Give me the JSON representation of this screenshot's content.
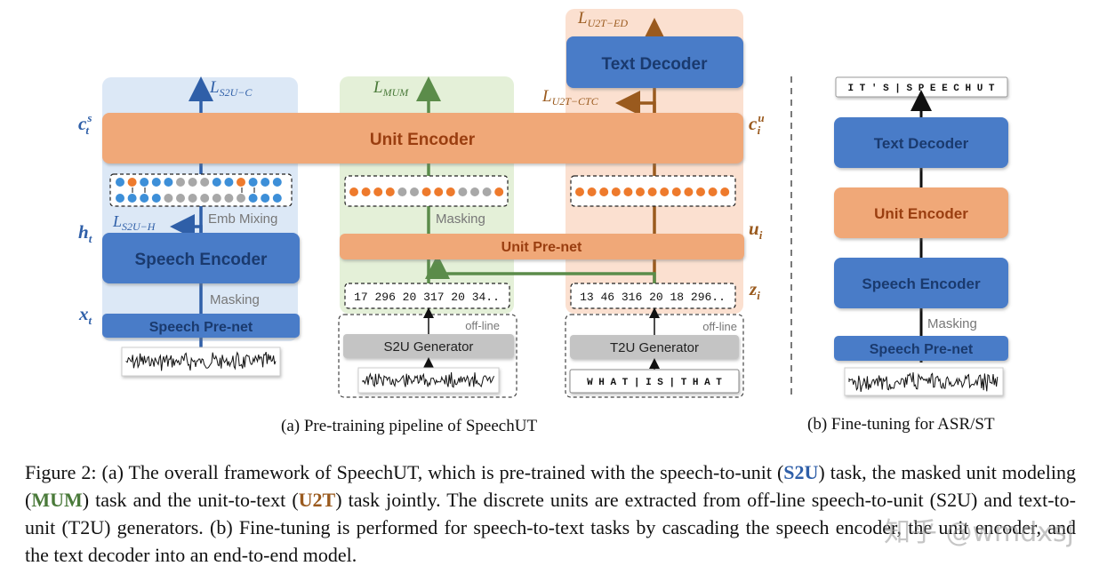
{
  "pretraining": {
    "loss_s2u_c": "L",
    "loss_s2u_c_sub": "S2U−C",
    "loss_mum": "L",
    "loss_mum_sub": "MUM",
    "loss_u2t_ed": "L",
    "loss_u2t_ed_sub": "U2T−ED",
    "loss_u2t_ctc": "L",
    "loss_u2t_ctc_sub": "U2T−CTC",
    "loss_s2u_h": "L",
    "loss_s2u_h_sub": "S2U−H",
    "unit_encoder": "Unit Encoder",
    "text_decoder": "Text Decoder",
    "speech_encoder": "Speech Encoder",
    "speech_prenet": "Speech Pre-net",
    "unit_prenet": "Unit Pre-net",
    "emb_mixing": "Emb Mixing",
    "masking_left": "Masking",
    "masking_mid": "Masking",
    "s2u_generator": "S2U Generator",
    "t2u_generator": "T2U Generator",
    "offline_1": "off-line",
    "offline_2": "off-line",
    "units_s2u": "17 296 20 317 20 34..",
    "units_t2u": "13 46 316 20 18 296..",
    "text_input": "W H A T | I S | T H A T",
    "var_cs_t": "c",
    "var_cs_t_sup": "s",
    "var_cs_t_sub": "t",
    "var_cu_i": "c",
    "var_cu_i_sup": "u",
    "var_cu_i_sub": "i",
    "var_h_t": "h",
    "var_h_t_sub": "t",
    "var_x_t": "x",
    "var_x_t_sub": "t",
    "var_u_i": "u",
    "var_u_i_sub": "i",
    "var_z_i": "z",
    "var_z_i_sub": "i"
  },
  "finetuning": {
    "output_text": "I T ' S | S P E E C H U T",
    "text_decoder": "Text Decoder",
    "unit_encoder": "Unit Encoder",
    "speech_encoder": "Speech Encoder",
    "masking": "Masking",
    "speech_prenet": "Speech Pre-net"
  },
  "subcaptions": {
    "a": "(a) Pre-training pipeline of SpeechUT",
    "b": "(b) Fine-tuning for ASR/ST"
  },
  "caption": {
    "part1": "Figure 2: (a) The overall framework of SpeechUT, which is pre-trained with the speech-to-unit (",
    "s2u": "S2U",
    "part2": ") task, the masked unit modeling (",
    "mum": "MUM",
    "part3": ") task and the unit-to-text (",
    "u2t": "U2T",
    "part4": ") task jointly. The discrete units are extracted from off-line speech-to-unit (S2U) and text-to-unit (T2U) generators. (b) Fine-tuning is performed for speech-to-text tasks by cascading the speech encoder, the unit encoder, and the text decoder into an end-to-end model."
  },
  "watermark": "知乎 @wmdxsj",
  "colors": {
    "blue_box": "#4a7bc8",
    "orange_box": "#f0a878",
    "blue_bg": "#dce8f6",
    "green_bg": "#e4f0d8",
    "orange_bg": "#fbe0d0",
    "dot_blue": "#3d8fd8",
    "dot_orange": "#ee7a2c",
    "dot_gray": "#a8a8a8"
  }
}
